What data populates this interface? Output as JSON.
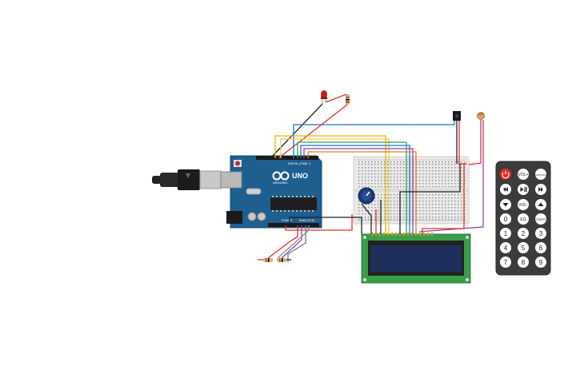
{
  "arduino": {
    "brand": "UNO",
    "subbrand": "ARDUINO",
    "digital_label": "DIGITAL (PWM ~)",
    "power_label": "POWER",
    "analog_label": "ANALOG IN"
  },
  "remote": {
    "vol_up": "VOL+",
    "func_stop": "FUNC/STOP",
    "vol_down": "VOL-",
    "eq": "EQ",
    "st_rept": "ST/REPT",
    "digits": [
      "0",
      "1",
      "2",
      "3",
      "4",
      "5",
      "6",
      "7",
      "8",
      "9"
    ]
  },
  "colors": {
    "board_blue": "#1e5f8f",
    "breadboard": "#e9e9e9",
    "lcd_green": "#3a9d4a",
    "lcd_screen": "#1d2f5a",
    "remote_body": "#3b3b3b",
    "power_red": "#e32e24"
  }
}
